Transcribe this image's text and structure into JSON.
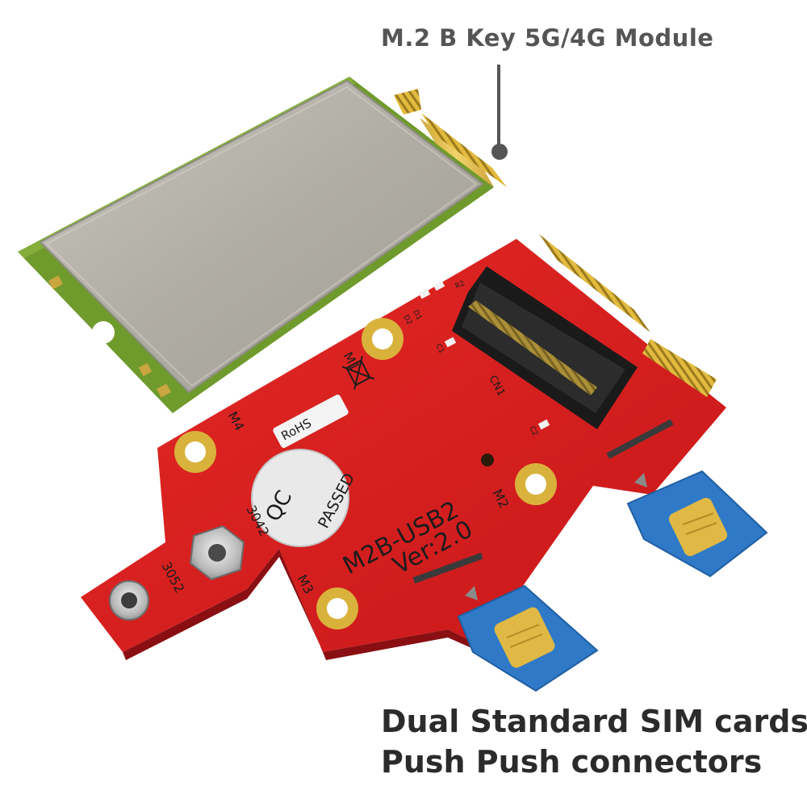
{
  "callout": {
    "title": "M.2 B Key 5G/4G Module"
  },
  "caption": {
    "line1": "Dual Standard SIM cards",
    "line2": "Push Push connectors"
  },
  "board": {
    "model": "M2B-USB2",
    "version": "Ver:2.0",
    "connector": "CN1",
    "mount_holes": [
      "M1",
      "M2",
      "M3",
      "M4"
    ],
    "sizes": [
      "3042",
      "3052"
    ],
    "rohs": "RoHS",
    "qc_top": "QC",
    "qc_bottom": "PASSED",
    "components": [
      "R2",
      "D2",
      "D1",
      "C1",
      "C2"
    ]
  },
  "colors": {
    "pcb": "#d81e1e",
    "module_pcb": "#6f9a2c",
    "shield": "#b7b3aa",
    "gold": "#d8b43a",
    "sim_card": "#2f79c7",
    "sim_chip": "#e0b845"
  }
}
